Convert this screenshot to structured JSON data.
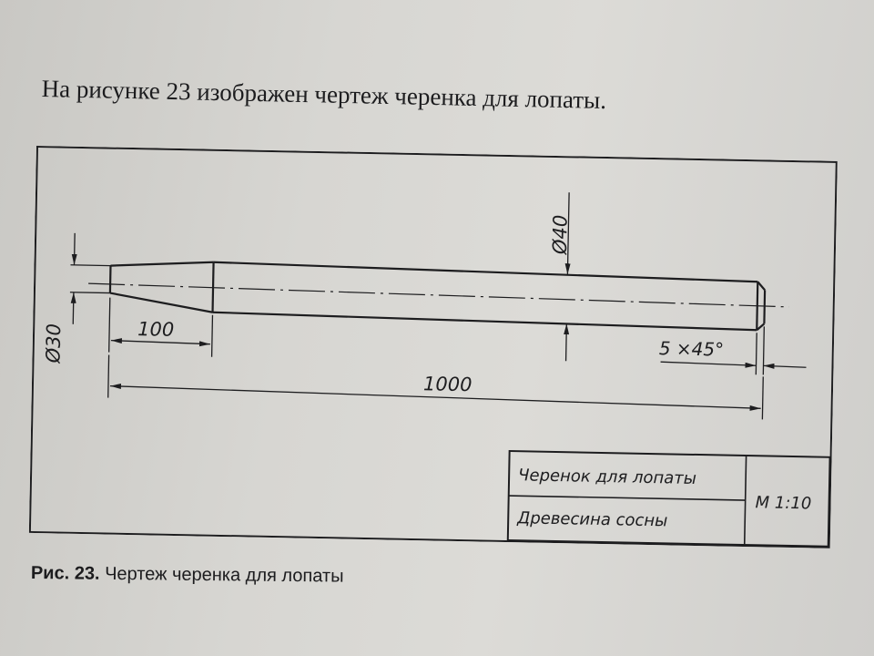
{
  "heading": "На рисунке 23 изображен чертеж черенка для лопаты.",
  "caption": {
    "figure_number": "Рис. 23.",
    "text": "Чертеж черенка для лопаты"
  },
  "drawing": {
    "dimensions": {
      "diameter_end": "Ø30",
      "diameter_main": "Ø40",
      "taper_length": "100",
      "total_length": "1000",
      "chamfer": "5 ×45°"
    },
    "title_block": {
      "part_name": "Черенок для лопаты",
      "material": "Древесина сосны",
      "scale": "M 1:10"
    }
  }
}
